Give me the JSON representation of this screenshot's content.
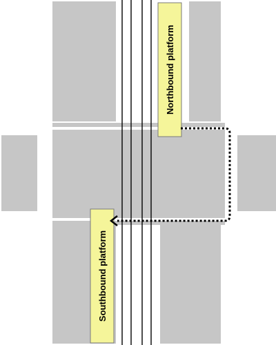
{
  "platforms": {
    "northbound": {
      "label": "Northbound platform"
    },
    "southbound": {
      "label": "Southbound platform"
    }
  },
  "colors": {
    "background": "#ffffff",
    "street_block": "#c6c6c6",
    "road_marking": "#ffffff",
    "rail": "#000000",
    "platform_fill": "#f5f59a",
    "route": "#000000"
  },
  "route": {
    "style": "dotted",
    "direction": "from northbound platform to southbound platform"
  }
}
